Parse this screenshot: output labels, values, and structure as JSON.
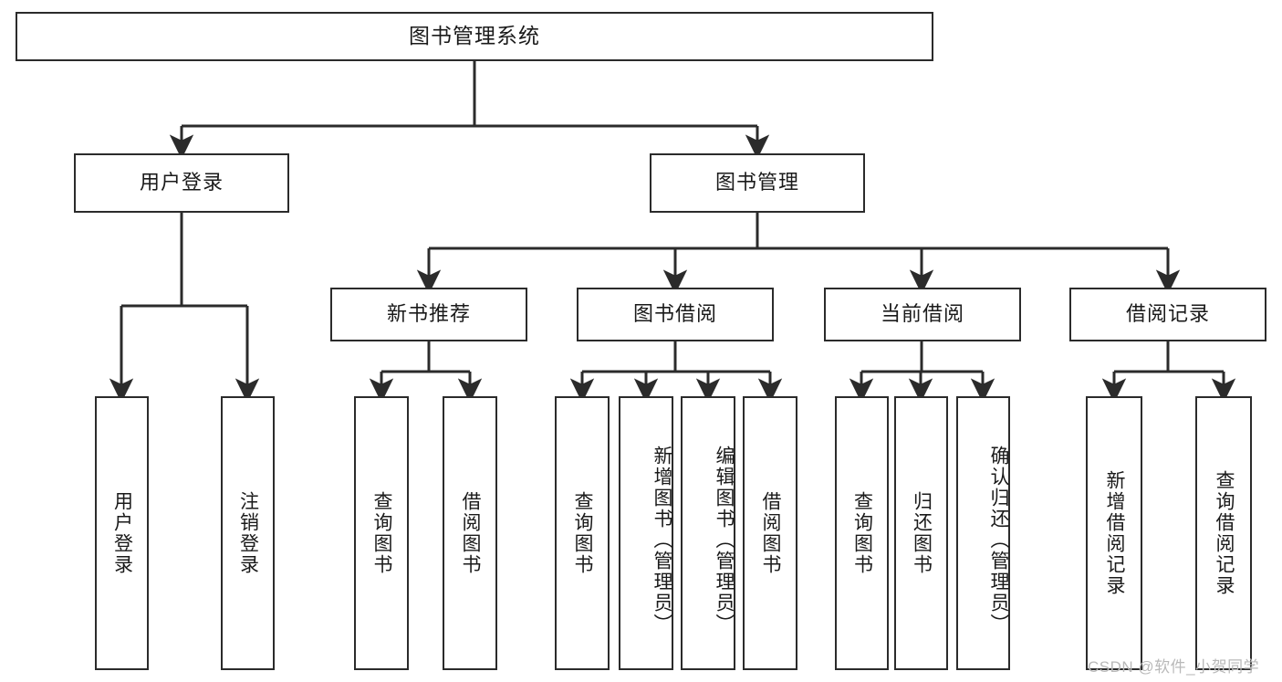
{
  "diagram": {
    "title": "图书管理系统",
    "type": "functional-structure-tree",
    "root": {
      "id": "root",
      "label": "图书管理系统"
    },
    "level1": [
      {
        "id": "login",
        "label": "用户登录"
      },
      {
        "id": "bookmgmt",
        "label": "图书管理"
      }
    ],
    "level2": [
      {
        "id": "newbook",
        "label": "新书推荐",
        "parent": "bookmgmt"
      },
      {
        "id": "borrow",
        "label": "图书借阅",
        "parent": "bookmgmt"
      },
      {
        "id": "current",
        "label": "当前借阅",
        "parent": "bookmgmt"
      },
      {
        "id": "record",
        "label": "借阅记录",
        "parent": "bookmgmt"
      }
    ],
    "leaves": [
      {
        "id": "leaf-user-login",
        "label": "用户登录",
        "parent": "login"
      },
      {
        "id": "leaf-user-logout",
        "label": "注销登录",
        "parent": "login"
      },
      {
        "id": "leaf-newbook-query",
        "label": "查询图书",
        "parent": "newbook"
      },
      {
        "id": "leaf-newbook-borrow",
        "label": "借阅图书",
        "parent": "newbook"
      },
      {
        "id": "leaf-borrow-query",
        "label": "查询图书",
        "parent": "borrow"
      },
      {
        "id": "leaf-borrow-add",
        "label": "新增图书（管理员）",
        "parent": "borrow"
      },
      {
        "id": "leaf-borrow-edit",
        "label": "编辑图书（管理员）",
        "parent": "borrow"
      },
      {
        "id": "leaf-borrow-lend",
        "label": "借阅图书",
        "parent": "borrow"
      },
      {
        "id": "leaf-current-query",
        "label": "查询图书",
        "parent": "current"
      },
      {
        "id": "leaf-current-return",
        "label": "归还图书",
        "parent": "current"
      },
      {
        "id": "leaf-current-confirm",
        "label": "确认归还（管理员）",
        "parent": "current"
      },
      {
        "id": "leaf-record-add",
        "label": "新增借阅记录",
        "parent": "record"
      },
      {
        "id": "leaf-record-query",
        "label": "查询借阅记录",
        "parent": "record"
      }
    ]
  },
  "watermark": {
    "text": "CSDN @软件_小贺同学"
  },
  "colors": {
    "stroke": "#2b2b2b",
    "background": "#ffffff",
    "text": "#1a1a1a",
    "watermark": "#b9b9b9"
  }
}
